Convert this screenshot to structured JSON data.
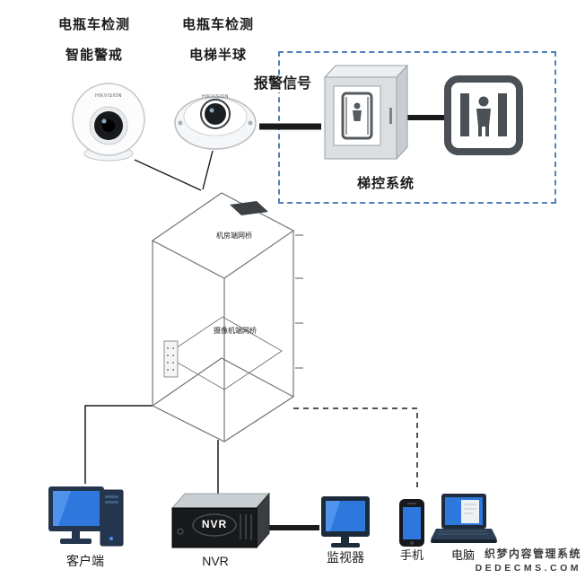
{
  "cameras": {
    "turret": {
      "label_line1": "电瓶车检测",
      "label_line2": "智能警戒",
      "brand": "HIKVISION"
    },
    "mini_dome": {
      "label_line1": "电瓶车检测",
      "label_line2": "电梯半球",
      "brand": "HIKVISION"
    }
  },
  "alarm": {
    "signal_label": "报警信号"
  },
  "control_box": {
    "system_label": "梯控系统"
  },
  "elevator": {
    "bridge_top_label": "机房端网桥",
    "bridge_car_label": "摄像机端网桥"
  },
  "devices": {
    "client": {
      "label": "客户端"
    },
    "nvr": {
      "label": "NVR",
      "front_text": "NVR"
    },
    "monitor": {
      "label": "监视器"
    },
    "phone": {
      "label": "手机"
    },
    "laptop": {
      "label": "电脑"
    }
  },
  "watermark": {
    "line1": "织梦内容管理系统",
    "line2": "DEDECMS.COM"
  },
  "colors": {
    "screen_blue": "#2e77dd",
    "dashed_border_blue": "#4f81bd",
    "line_black": "#1a1a1a",
    "sign_gray": "#4a5056"
  }
}
